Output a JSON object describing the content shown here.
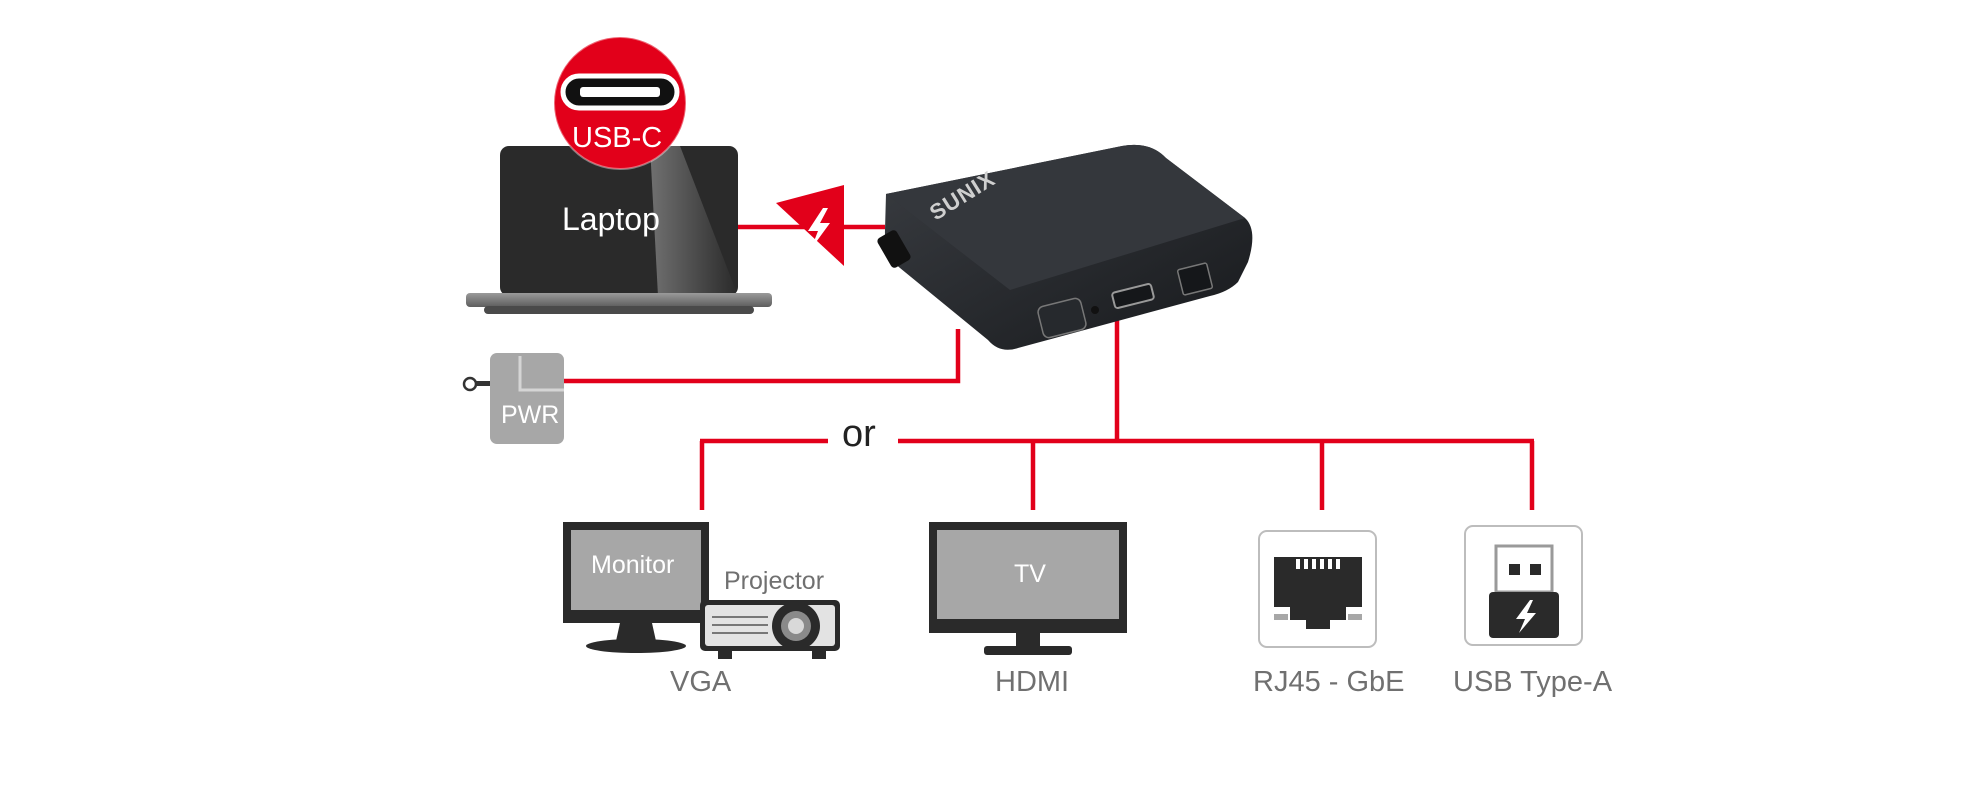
{
  "diagram": {
    "laptop": {
      "label": "Laptop",
      "port_badge": "USB-C",
      "port_icon": "usb-c-port-icon"
    },
    "hub": {
      "brand": "SUNIX"
    },
    "power": {
      "label": "PWR"
    },
    "or_label": "or",
    "outputs": [
      {
        "id": "vga",
        "caption": "VGA",
        "devices": [
          "Monitor",
          "Projector"
        ]
      },
      {
        "id": "hdmi",
        "caption": "HDMI",
        "devices": [
          "TV"
        ]
      },
      {
        "id": "rj45",
        "caption": "RJ45 - GbE",
        "icon": "rj45-port-icon"
      },
      {
        "id": "usba",
        "caption": "USB Type-A",
        "icon": "usb-a-port-icon"
      }
    ],
    "colors": {
      "line": "#e2001a",
      "laptop_body": "#2a2a2a",
      "gray_device": "#a7a7a7",
      "caption_text": "#707070"
    }
  }
}
